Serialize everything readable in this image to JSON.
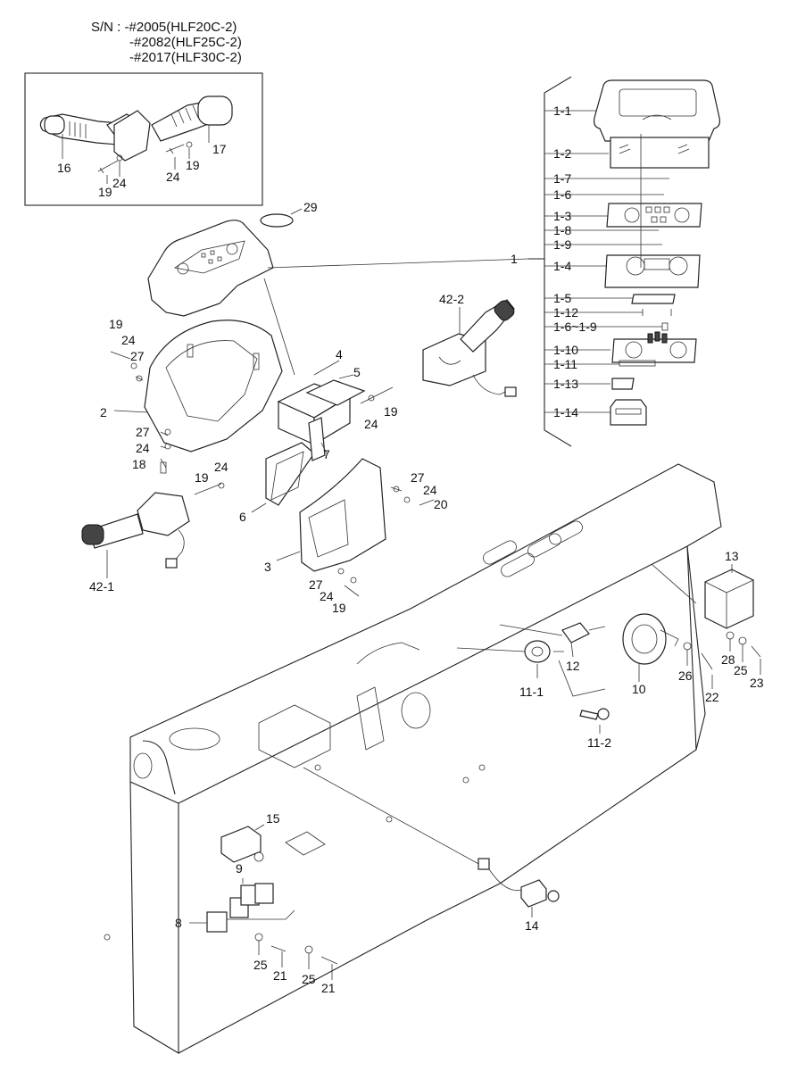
{
  "serial_note": {
    "prefix": "S/N :",
    "line1": "-#2005(HLF20C-2)",
    "line2": "-#2082(HLF25C-2)",
    "line3": "-#2017(HLF30C-2)"
  },
  "inset_labels": [
    "16",
    "17",
    "19",
    "24",
    "24",
    "19"
  ],
  "callouts": {
    "c29": "29",
    "c1": "1",
    "c1_1": "1-1",
    "c1_2": "1-2",
    "c1_7": "1-7",
    "c1_6": "1-6",
    "c1_3": "1-3",
    "c1_8": "1-8",
    "c1_9": "1-9",
    "c1_4": "1-4",
    "c1_5": "1-5",
    "c1_12": "1-12",
    "c1_6_9": "1-6~1-9",
    "c1_10": "1-10",
    "c1_11": "1-11",
    "c1_13": "1-13",
    "c1_14": "1-14",
    "c42_2": "42-2",
    "c19a": "19",
    "c24a": "24",
    "c27a": "27",
    "c2": "2",
    "c27b": "27",
    "c24b": "24",
    "c18": "18",
    "c19b": "19",
    "c24c": "24",
    "c4": "4",
    "c5": "5",
    "c19c": "19",
    "c24d": "24",
    "c7": "7",
    "c27c": "27",
    "c24e": "24",
    "c20": "20",
    "c6": "6",
    "c42_1": "42-1",
    "c3": "3",
    "c27d": "27",
    "c24f": "24",
    "c19d": "19",
    "c13": "13",
    "c12": "12",
    "c10": "10",
    "c26": "26",
    "c28": "28",
    "c25a": "25",
    "c23": "23",
    "c22": "22",
    "c11_1": "11-1",
    "c11_2": "11-2",
    "c15": "15",
    "c9": "9",
    "c8": "8",
    "c14": "14",
    "c25b": "25",
    "c21a": "21",
    "c25c": "25",
    "c21b": "21"
  }
}
